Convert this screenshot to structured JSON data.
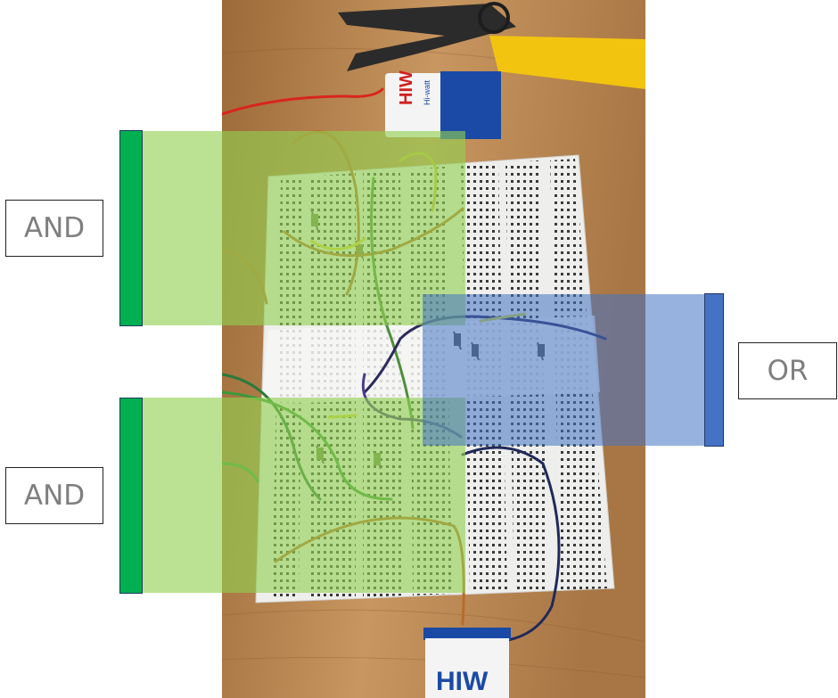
{
  "labels": {
    "and_top": "AND",
    "and_bottom": "AND",
    "or": "OR"
  },
  "battery_top": {
    "brand": "HIW",
    "model": "Hi-watt"
  },
  "battery_bottom": {
    "brand": "HIW"
  },
  "colors": {
    "and_bar": "#00b050",
    "and_overlay": "#92d050",
    "or_bar": "#4472c4",
    "or_overlay": "#4472c4",
    "label_text": "#7f7f7f",
    "wood": "#b8874f",
    "breadboard": "#eeeeec"
  }
}
